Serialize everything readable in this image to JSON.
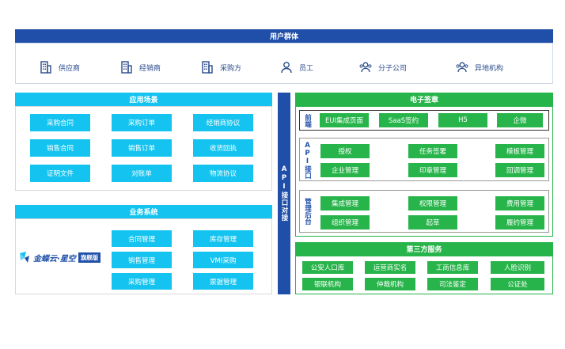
{
  "users": {
    "title": "用户群体",
    "items": [
      {
        "label": "供应商",
        "icon": "building-icon"
      },
      {
        "label": "经销商",
        "icon": "building-icon"
      },
      {
        "label": "采购方",
        "icon": "building-icon"
      },
      {
        "label": "员工",
        "icon": "person-icon"
      },
      {
        "label": "分子公司",
        "icon": "group-icon"
      },
      {
        "label": "异地机构",
        "icon": "group-icon"
      }
    ]
  },
  "scenes": {
    "title": "应用场景",
    "items": [
      "采购合同",
      "采购订单",
      "经销商协议",
      "销售合同",
      "销售订单",
      "收货回执",
      "证明文件",
      "对账单",
      "物流协议"
    ]
  },
  "business": {
    "title": "业务系统",
    "logo": {
      "brand": "金蝶云·星空",
      "edition": "旗舰版"
    },
    "items": [
      "合同管理",
      "库存管理",
      "销售管理",
      "VMI采购",
      "采购管理",
      "票据管理"
    ]
  },
  "api": {
    "label": "API接口对接"
  },
  "esign": {
    "title": "电子签章",
    "front": {
      "label": "前端",
      "items": [
        "EUI集成页面",
        "SaaS签约",
        "H5",
        "企微"
      ]
    },
    "api_block": {
      "label": "API接口",
      "items": [
        "授权",
        "任务签署",
        "模板管理",
        "企业管理",
        "印章管理",
        "回调管理"
      ]
    },
    "admin": {
      "label": "管理后台",
      "items": [
        "集成管理",
        "权限管理",
        "费用管理",
        "组织管理",
        "起草",
        "履约管理"
      ]
    }
  },
  "third": {
    "title": "第三方服务",
    "items": [
      "公安人口库",
      "运营商实名",
      "工商信息库",
      "人脸识别",
      "银联机构",
      "仲裁机构",
      "司法鉴定",
      "公证处"
    ]
  },
  "colors": {
    "navy": "#1f4fa8",
    "cyan": "#14c3ef",
    "green": "#27b44a"
  }
}
